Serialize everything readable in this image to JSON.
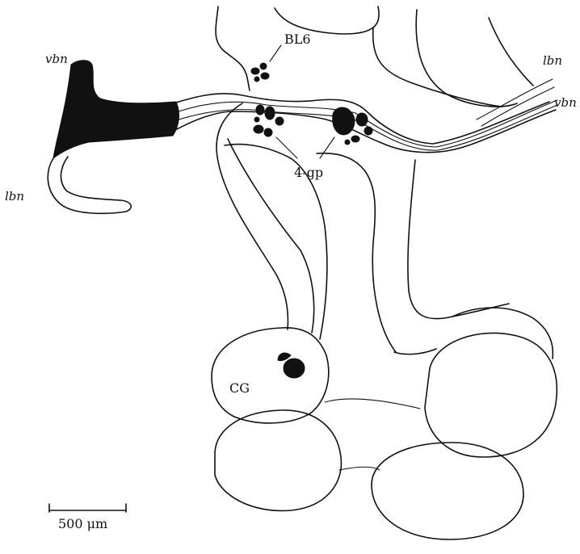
{
  "labels": {
    "vbn_left": "vbn",
    "lbn_left": "lbn",
    "bl6": "BL6",
    "four_gp": "4-gp",
    "lbn_right": "lbn",
    "vbn_right": "vbn",
    "cg": "CG"
  },
  "scale_bar": {
    "label": "500 μm"
  }
}
